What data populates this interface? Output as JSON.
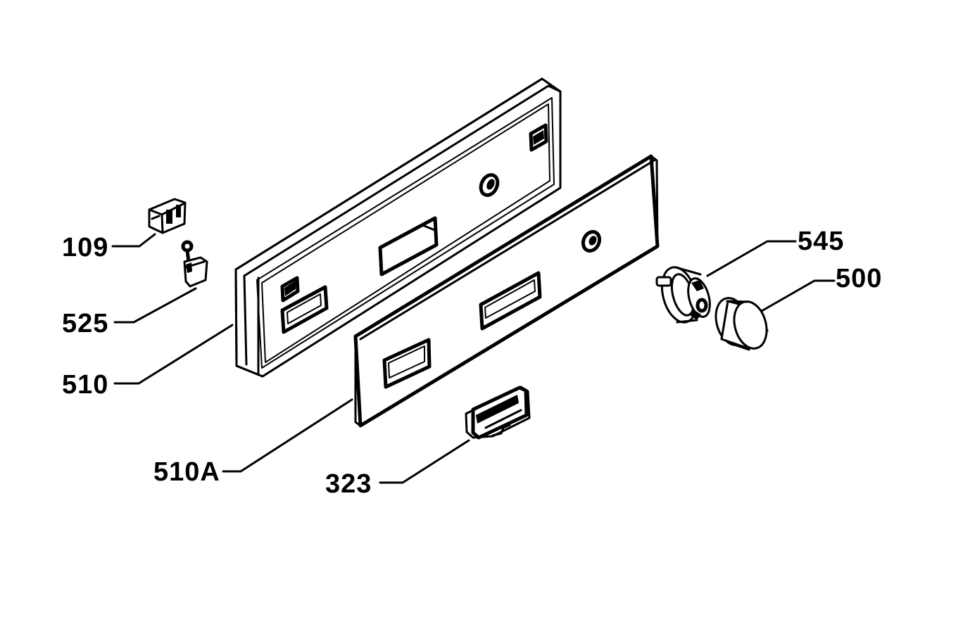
{
  "labels": {
    "p109": "109",
    "p525": "525",
    "p510": "510",
    "p510a": "510A",
    "p323": "323",
    "p545": "545",
    "p500": "500"
  }
}
